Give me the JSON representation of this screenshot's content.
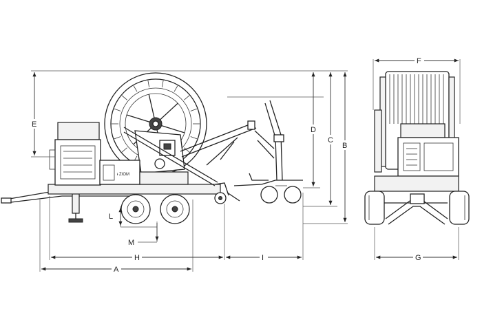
{
  "dimensions": {
    "A": "A",
    "B": "B",
    "C": "C",
    "D": "D",
    "E": "E",
    "F": "F",
    "G": "G",
    "H": "H",
    "I": "I",
    "L": "L",
    "M": "M"
  },
  "machine_plate": "ᵻ ZIOM"
}
